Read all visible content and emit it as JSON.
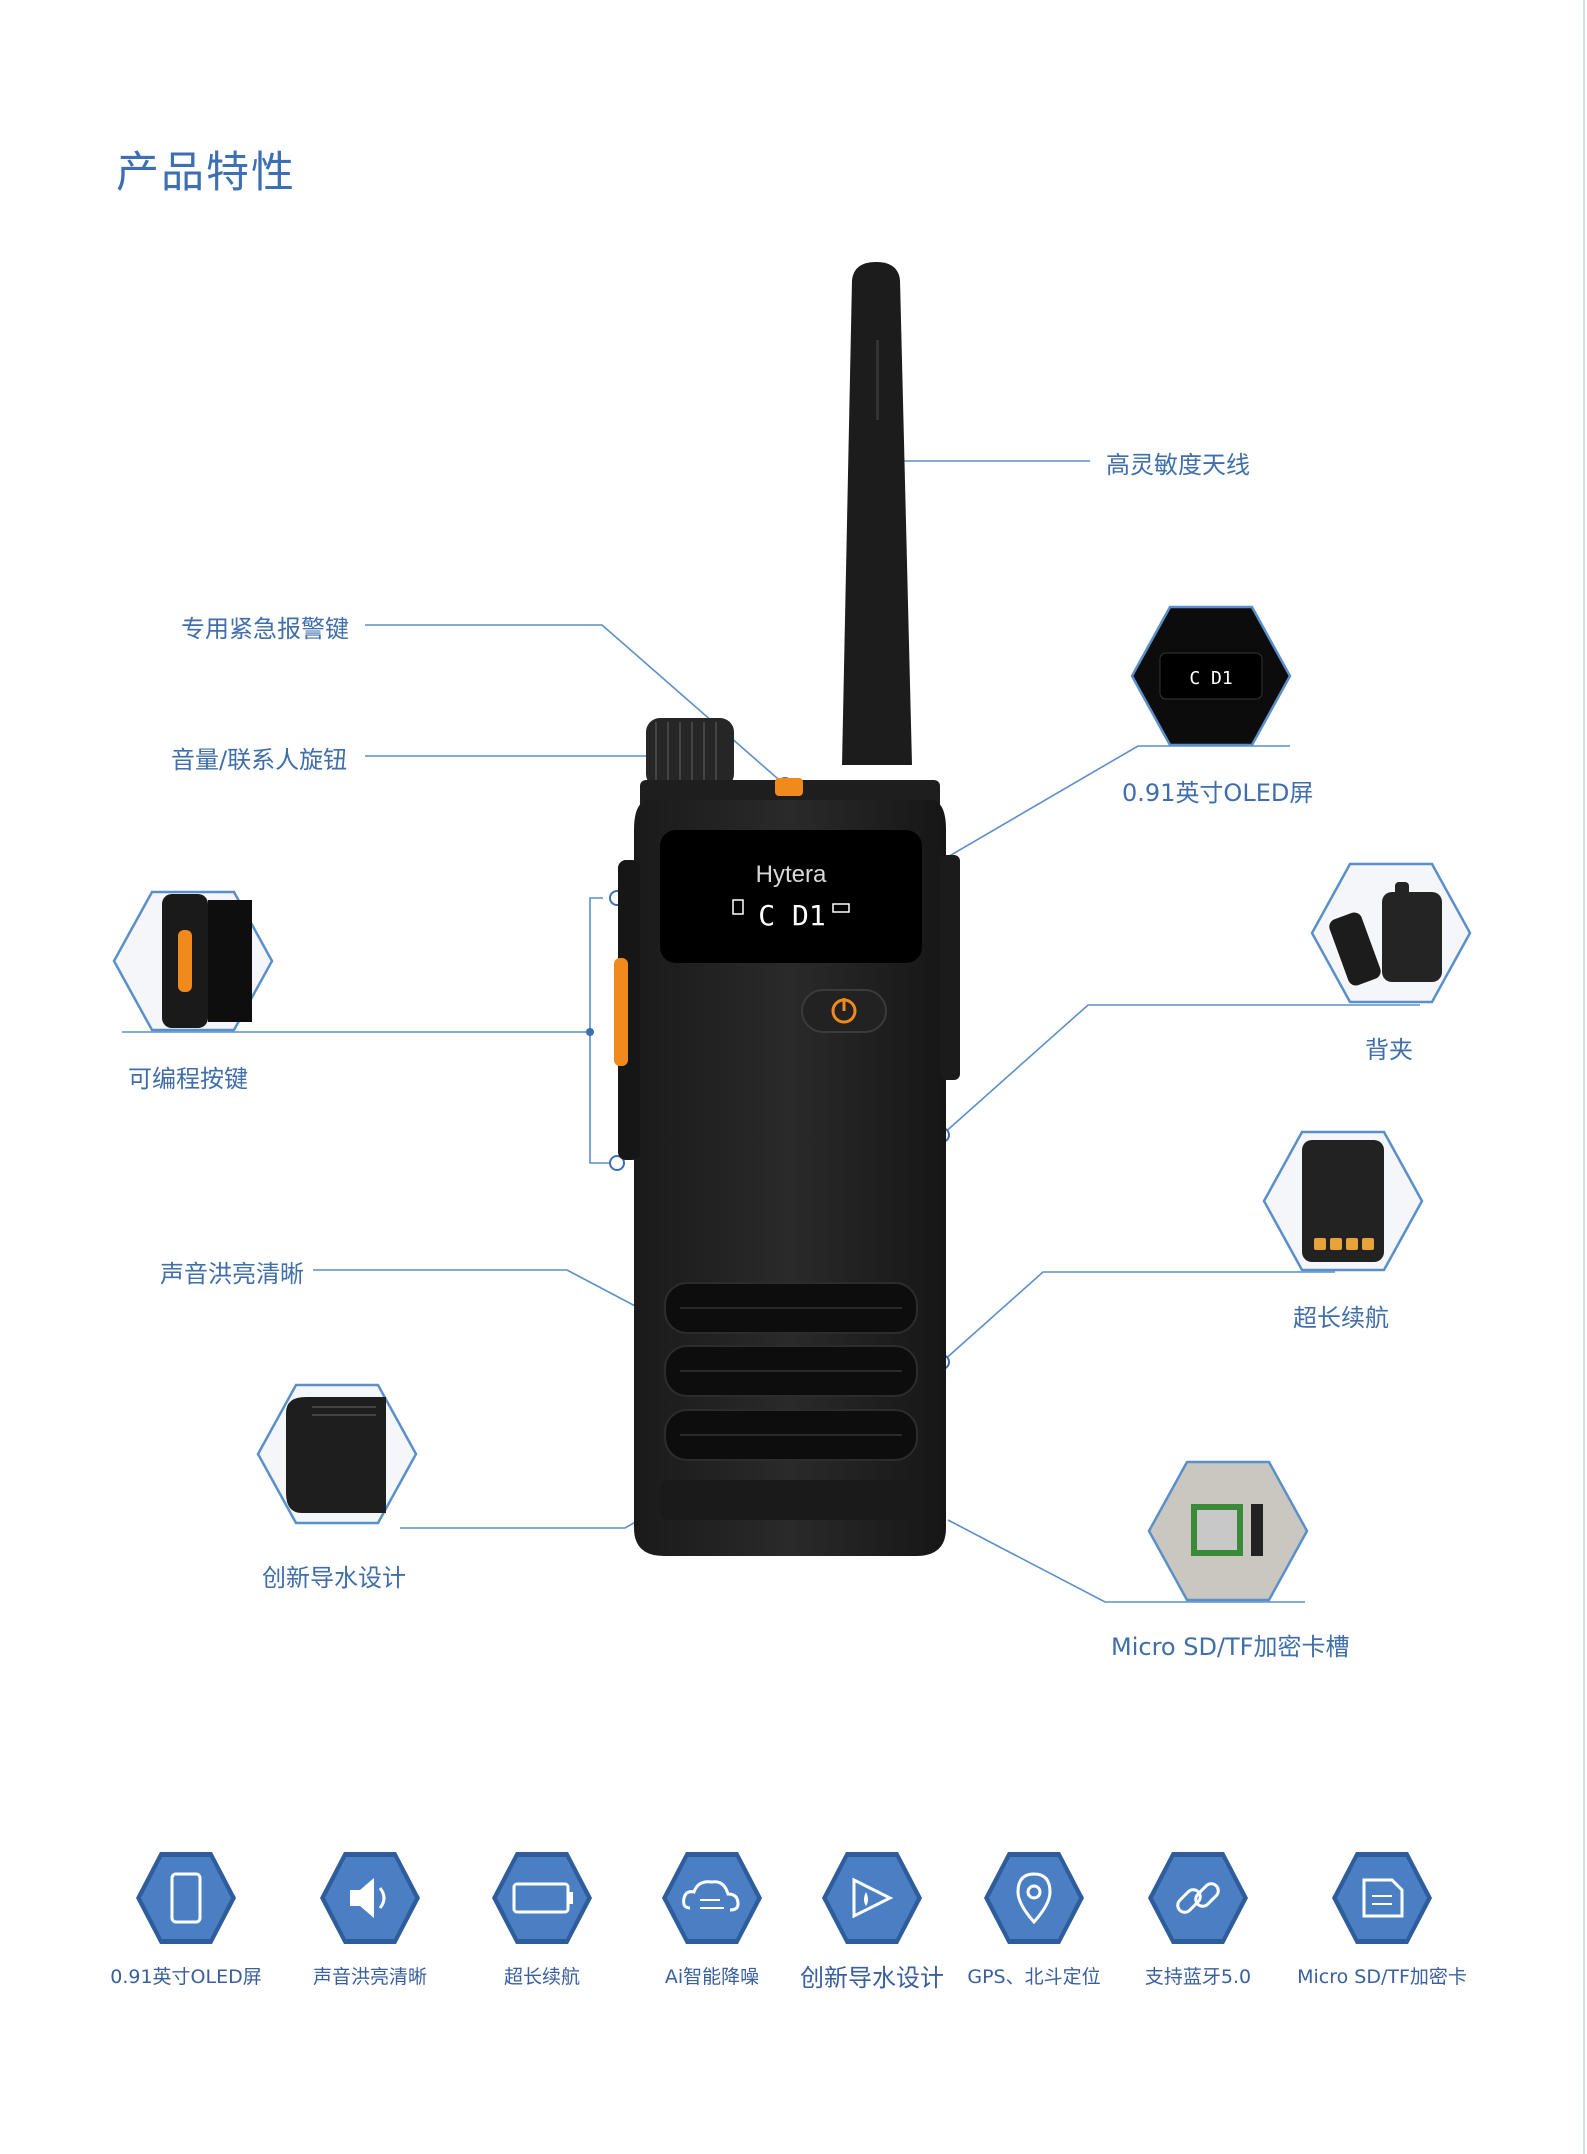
{
  "page_title": "产品特性",
  "product": {
    "brand": "Hytera",
    "display_text": "C D1"
  },
  "callouts": {
    "antenna": "高灵敏度天线",
    "emergency_key": "专用紧急报警键",
    "volume_knob": "音量/联系人旋钮",
    "oled": "0.91英寸OLED屏",
    "programmable_keys": "可编程按键",
    "belt_clip": "背夹",
    "battery": "超长续航",
    "loud_audio": "声音洪亮清晰",
    "water_drain": "创新导水设计",
    "sd_slot": "Micro SD/TF加密卡槽"
  },
  "features": [
    {
      "label": "0.91英寸OLED屏",
      "icon": "oled-screen-icon"
    },
    {
      "label": "声音洪亮清晰",
      "icon": "speaker-icon"
    },
    {
      "label": "超长续航",
      "icon": "battery-icon"
    },
    {
      "label": "Ai智能降噪",
      "icon": "ai-noise-icon"
    },
    {
      "label": "创新导水设计",
      "icon": "water-drain-icon"
    },
    {
      "label": "GPS、北斗定位",
      "icon": "location-pin-icon"
    },
    {
      "label": "支持蓝牙5.0",
      "icon": "bluetooth-link-icon"
    },
    {
      "label": "Micro SD/TF加密卡",
      "icon": "sd-card-icon"
    }
  ],
  "colors": {
    "title": "#3d6fb3",
    "label": "#3f6eab",
    "leader_line": "#5b8fc9",
    "icon_fill": "#4a7fc4",
    "icon_ring": "#2f5d9c",
    "accent_orange": "#f08a1c"
  }
}
